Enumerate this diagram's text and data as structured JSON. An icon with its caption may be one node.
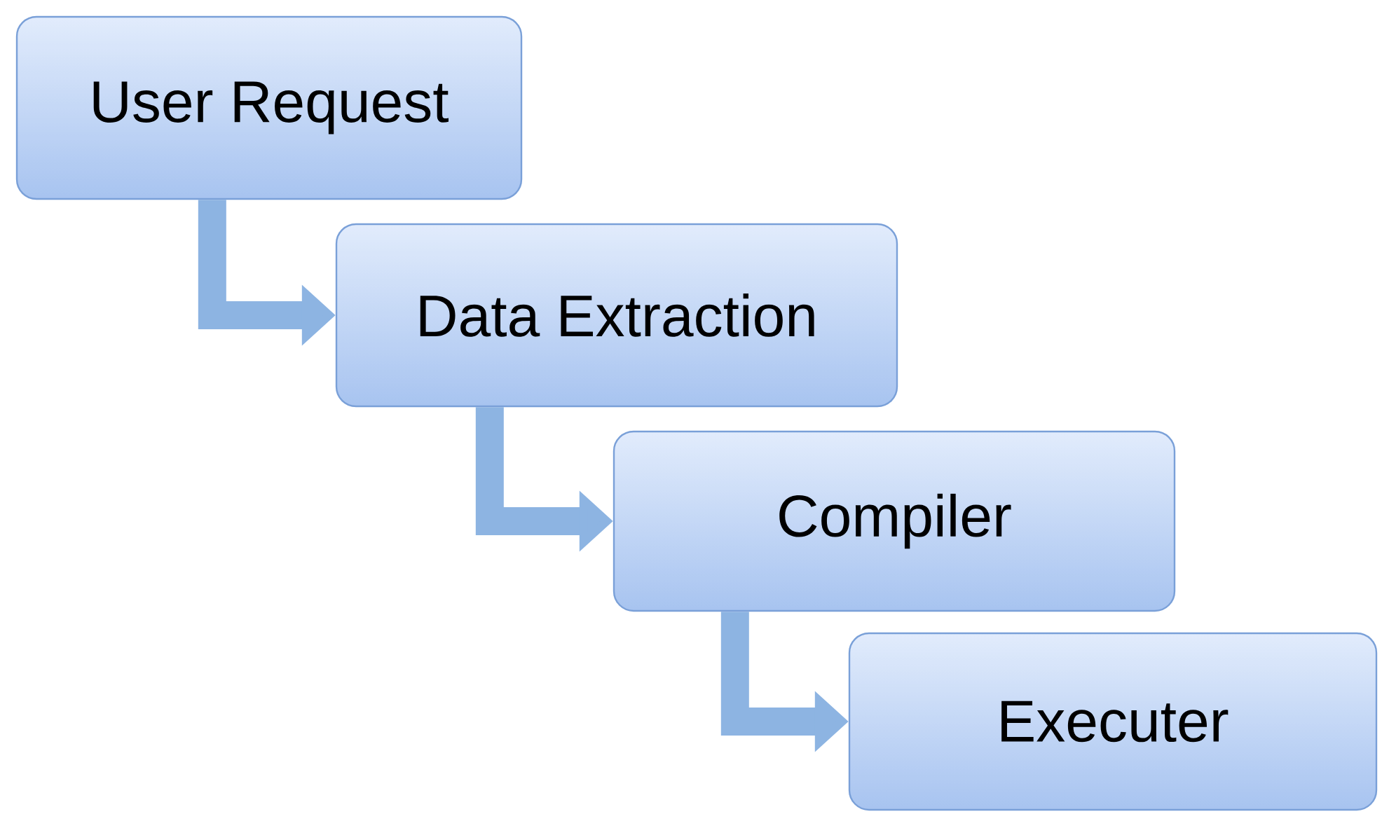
{
  "diagram": {
    "nodes": [
      {
        "text": [
          "User Request"
        ]
      },
      {
        "text": [
          "Data Extraction"
        ]
      },
      {
        "text": [
          "Compiler"
        ]
      },
      {
        "text": [
          "Executer"
        ]
      }
    ],
    "edges": [
      {
        "from": 0,
        "to": 1,
        "arrow": "to"
      },
      {
        "from": 1,
        "to": 2,
        "arrow": "to"
      },
      {
        "from": 2,
        "to": 3,
        "arrow": "to"
      }
    ]
  }
}
